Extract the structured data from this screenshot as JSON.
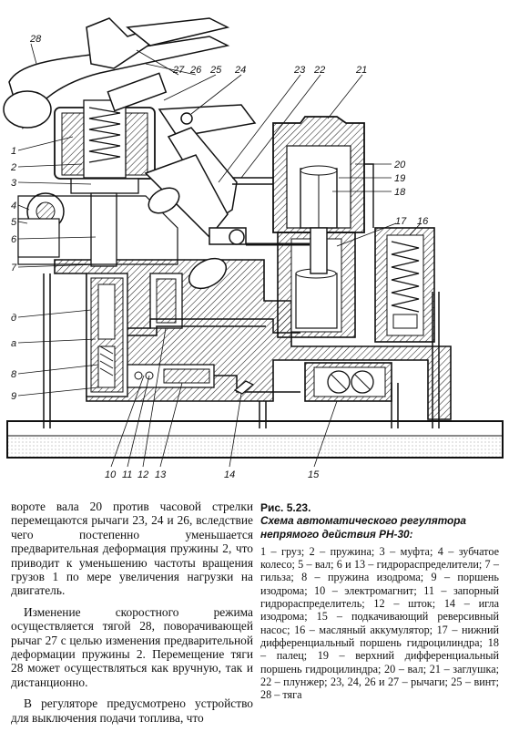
{
  "figure": {
    "callouts": {
      "c1": "1",
      "c2": "2",
      "c3": "3",
      "c4": "4",
      "c5": "5",
      "c6": "6",
      "c7": "7",
      "c_delta": "д",
      "c_a": "а",
      "c8": "8",
      "c9": "9",
      "c10": "10",
      "c11": "11",
      "c12": "12",
      "c13": "13",
      "c14": "14",
      "c15": "15",
      "c16": "16",
      "c17": "17",
      "c18": "18",
      "c19": "19",
      "c20": "20",
      "c21": "21",
      "c22": "22",
      "c23": "23",
      "c24": "24",
      "c25": "25",
      "c26": "26",
      "c27": "27",
      "c28": "28"
    }
  },
  "body_text": {
    "paragraphs": [
      "вороте вала 20 против часовой стрелки перемещаются рычаги 23, 24 и 26, вследствие чего постепенно уменьшается предварительная деформация пружины 2, что приводит к уменьшению частоты вращения грузов 1 по мере увеличения нагрузки на двигатель.",
      "Изменение скоростного режима осуществляется тягой 28, поворачивающей рычаг 27 с целью изменения предварительной деформации пружины 2. Перемещение тяги 28 может осуществляться как вручную, так и дистанционно.",
      "В регуляторе предусмотрено устройство для выключения подачи топлива, что"
    ]
  },
  "caption": {
    "number": "Рис. 5.23.",
    "title": "Схема автоматического регулятора непрямого действия РН-30:",
    "legend": "1 – груз; 2 – пружина; 3 – муфта; 4 – зубчатое колесо; 5 – вал; 6 и 13 – гидрораспределители; 7 – гильза; 8 – пружина изодрома; 9 – поршень изодрома; 10 – электромагнит; 11 – запорный гидрораспределитель; 12 – шток; 14 – игла изодрома; 15 – подкачивающий реверсивный насос; 16 – масляный аккумулятор; 17 – нижний дифференциальный поршень гидроцилиндра; 18 – палец; 19 – верхний дифференциальный поршень гидроцилиндра; 20 – вал; 21 – заглушка; 22 – плунжер; 23, 24, 26 и 27 – рычаги; 25 – винт; 28 – тяга"
  }
}
